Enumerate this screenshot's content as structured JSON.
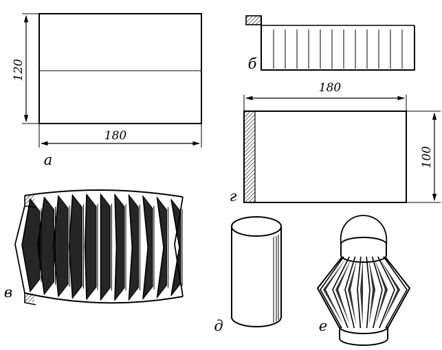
{
  "figures": {
    "a": {
      "label": "а",
      "width_value": "180",
      "height_value": "120"
    },
    "b": {
      "label": "б"
    },
    "v": {
      "label": "в"
    },
    "g": {
      "label": "г",
      "width_value": "180",
      "height_value": "100"
    },
    "d": {
      "label": "д"
    },
    "e": {
      "label": "е"
    }
  },
  "colors": {
    "ink": "#000000",
    "paper": "#ffffff"
  }
}
